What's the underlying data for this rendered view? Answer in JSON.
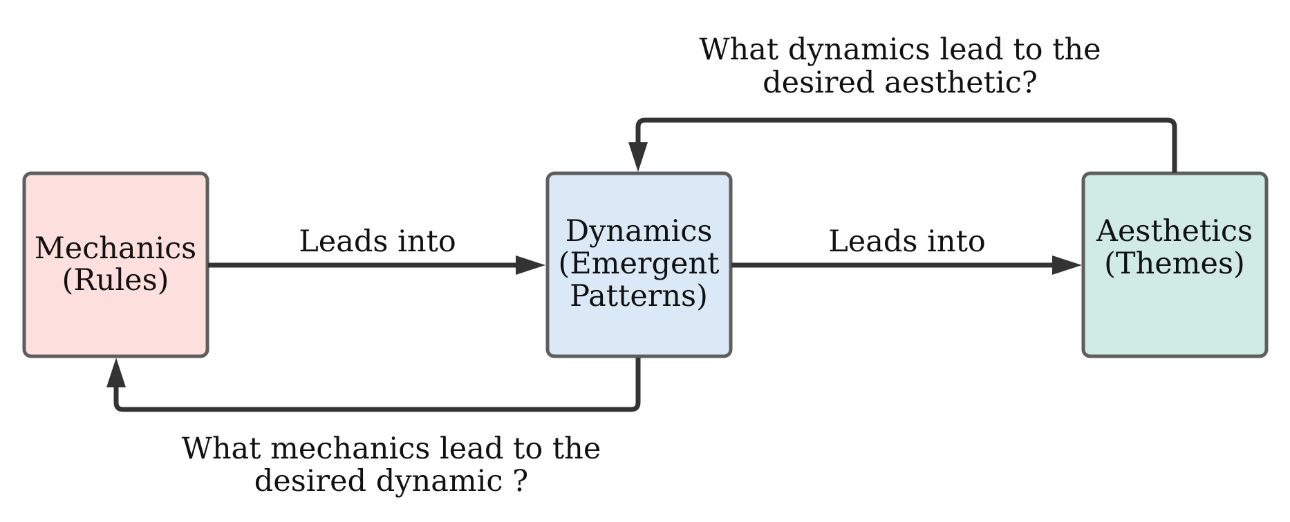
{
  "nodes": {
    "mechanics": {
      "line1": "Mechanics",
      "line2": "(Rules)",
      "fill": "#fde0dd"
    },
    "dynamics": {
      "line1": "Dynamics",
      "line2": "(Emergent",
      "line3": "Patterns)",
      "fill": "#dbe9f6"
    },
    "aesthetics": {
      "line1": "Aesthetics",
      "line2": "(Themes)",
      "fill": "#d0ebe3"
    }
  },
  "edges": {
    "mechanics_to_dynamics": {
      "label": "Leads into"
    },
    "dynamics_to_aesthetics": {
      "label": "Leads into"
    },
    "aesthetics_to_dynamics": {
      "line1": "What dynamics lead to the",
      "line2": "desired aesthetic?"
    },
    "dynamics_to_mechanics": {
      "line1": "What mechanics lead to the",
      "line2": "desired dynamic ?"
    }
  },
  "colors": {
    "box_border": "#5e5e5e",
    "arrow": "#333333",
    "text": "#111111",
    "background": "#ffffff"
  }
}
